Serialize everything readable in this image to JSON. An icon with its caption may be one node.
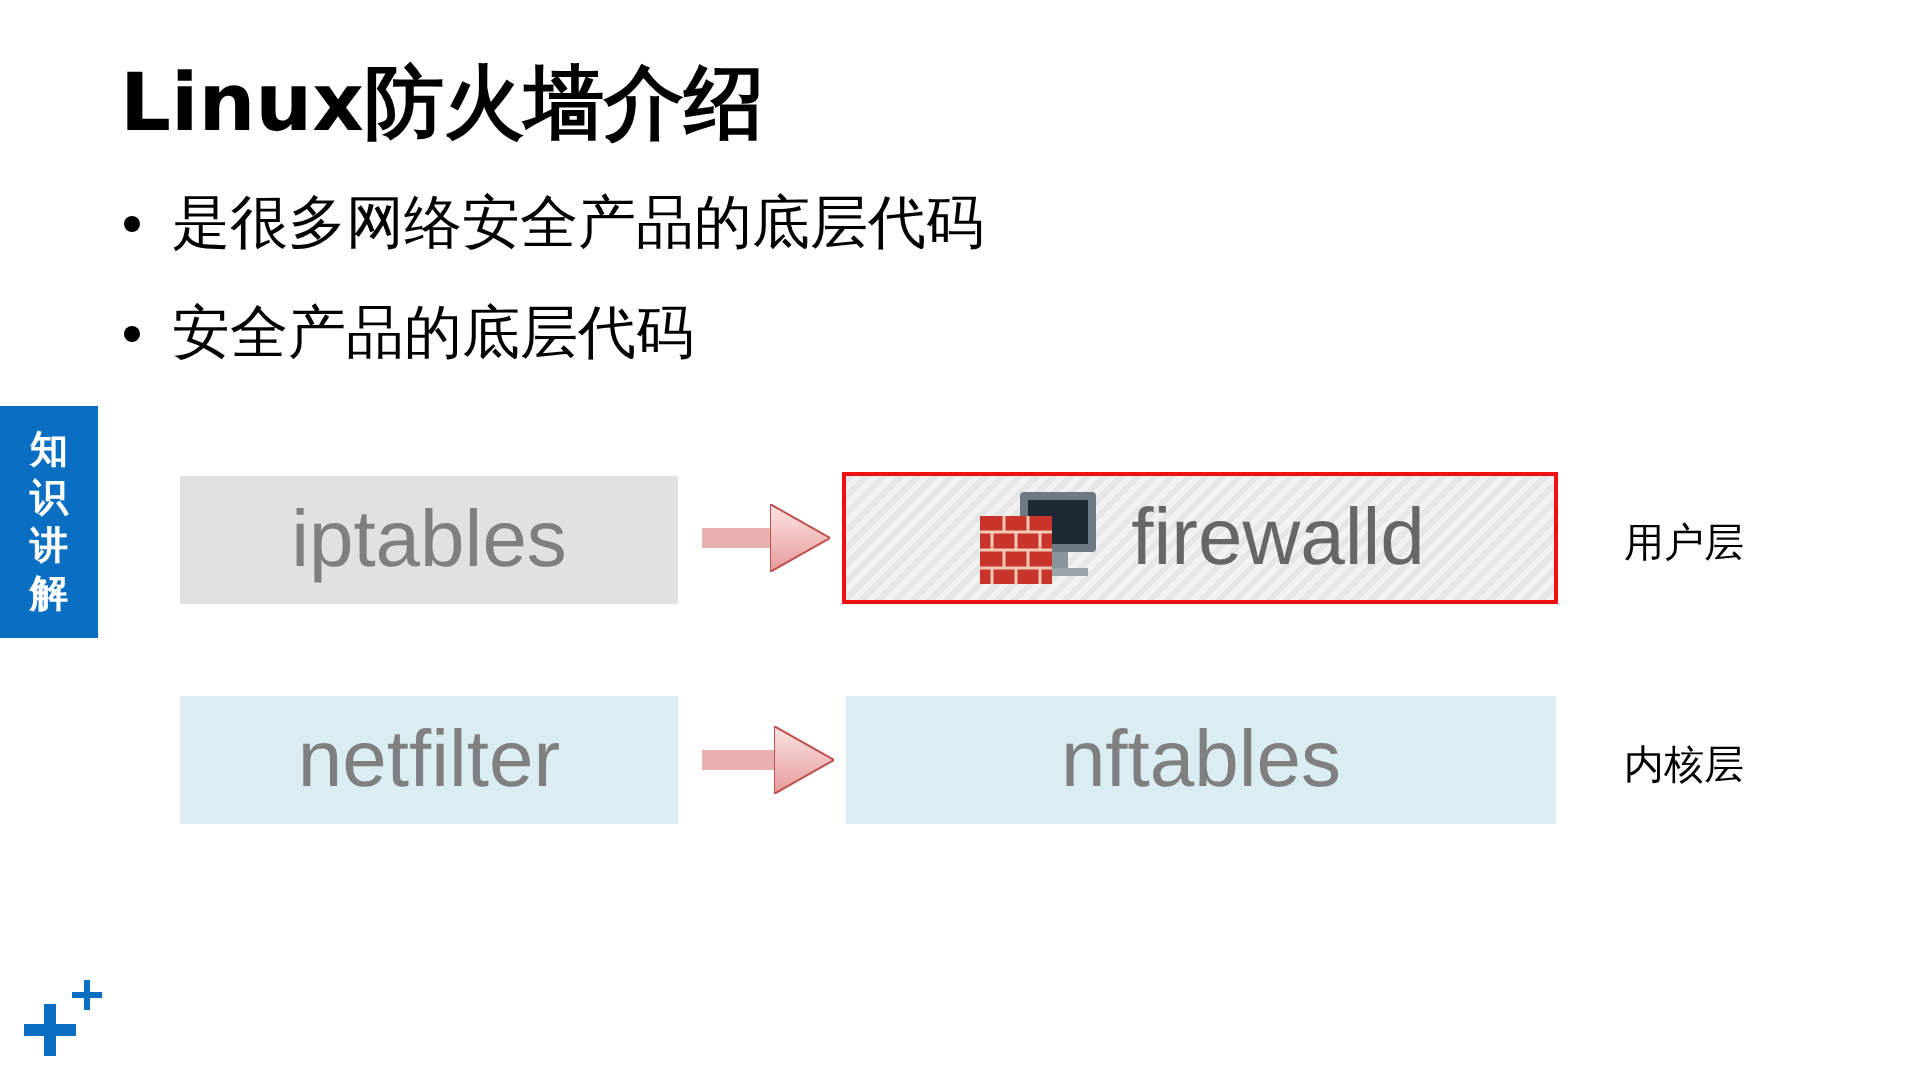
{
  "diagram": {
    "title": "Linux防火墙介绍",
    "nodes": [
      {
        "text": [
          "iptables"
        ]
      },
      {
        "text": [
          "firewalld"
        ]
      },
      {
        "text": [
          "netfilter"
        ]
      },
      {
        "text": [
          "nftables"
        ]
      },
      {
        "text": [
          "知识讲解"
        ]
      }
    ],
    "edges": [
      {
        "from": 0,
        "to": 1,
        "arrow": "to"
      },
      {
        "from": 2,
        "to": 3,
        "arrow": "to"
      }
    ],
    "labels": [
      "是很多网络安全产品的底层代码",
      "安全产品的底层代码",
      "用户层",
      "内核层"
    ]
  }
}
